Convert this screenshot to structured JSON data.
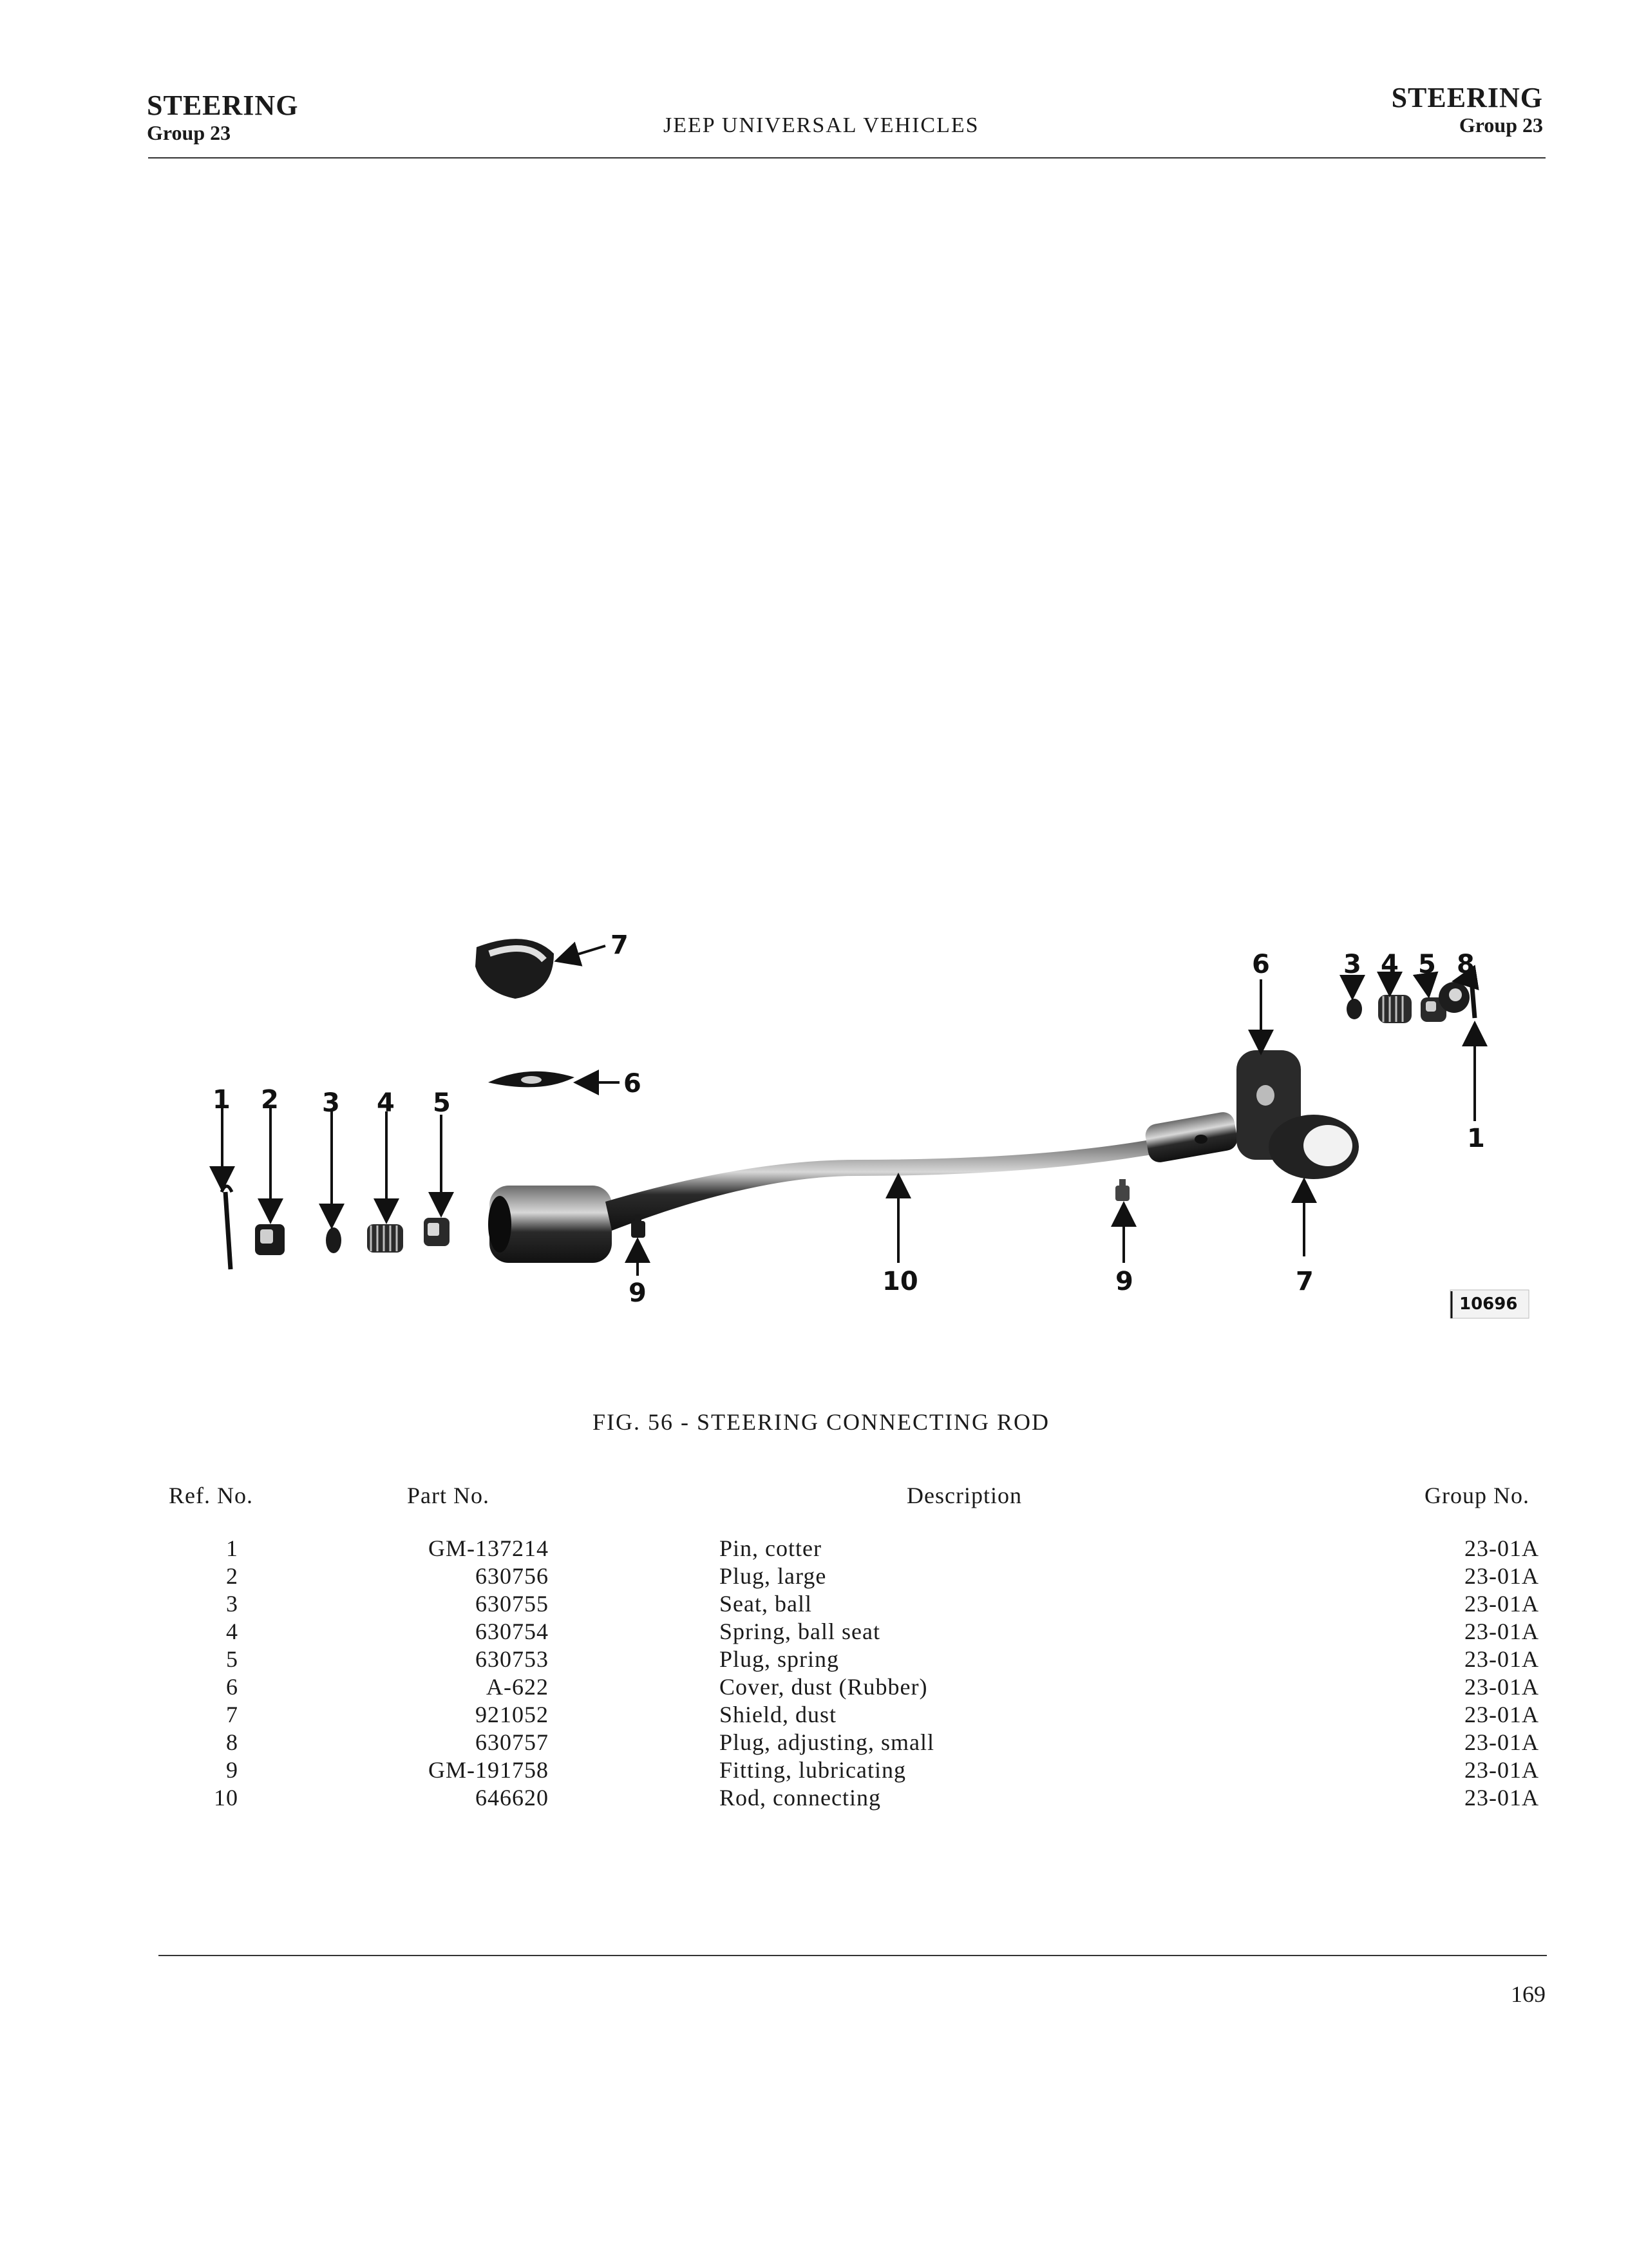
{
  "header": {
    "left_section": "STEERING",
    "left_group": "Group 23",
    "center_title": "JEEP UNIVERSAL VEHICLES",
    "right_section": "STEERING",
    "right_group": "Group 23"
  },
  "figure": {
    "callouts": {
      "c1_left": "1",
      "c2_left": "2",
      "c3_left": "3",
      "c4_left": "4",
      "c5_left": "5",
      "c7_top": "7",
      "c6_top": "6",
      "c9_left": "9",
      "c10": "10",
      "c9_right": "9",
      "c7_right": "7",
      "c6_right": "6",
      "c3_right": "3",
      "c4_right": "4",
      "c5_right": "5",
      "c8_right": "8",
      "c1_right": "1"
    },
    "figure_number": "10696",
    "caption": "FIG. 56 - STEERING CONNECTING ROD"
  },
  "table": {
    "headers": {
      "ref": "Ref. No.",
      "part": "Part No.",
      "description": "Description",
      "group": "Group No."
    },
    "rows": [
      {
        "ref": "1",
        "part": "GM-137214",
        "description": "Pin, cotter",
        "group": "23-01A"
      },
      {
        "ref": "2",
        "part": "630756",
        "description": "Plug, large",
        "group": "23-01A"
      },
      {
        "ref": "3",
        "part": "630755",
        "description": "Seat, ball",
        "group": "23-01A"
      },
      {
        "ref": "4",
        "part": "630754",
        "description": "Spring, ball seat",
        "group": "23-01A"
      },
      {
        "ref": "5",
        "part": "630753",
        "description": "Plug, spring",
        "group": "23-01A"
      },
      {
        "ref": "6",
        "part": "A-622",
        "description": "Cover, dust (Rubber)",
        "group": "23-01A"
      },
      {
        "ref": "7",
        "part": "921052",
        "description": "Shield, dust",
        "group": "23-01A"
      },
      {
        "ref": "8",
        "part": "630757",
        "description": "Plug, adjusting, small",
        "group": "23-01A"
      },
      {
        "ref": "9",
        "part": "GM-191758",
        "description": "Fitting, lubricating",
        "group": "23-01A"
      },
      {
        "ref": "10",
        "part": "646620",
        "description": "Rod, connecting",
        "group": "23-01A"
      }
    ]
  },
  "page_number": "169"
}
